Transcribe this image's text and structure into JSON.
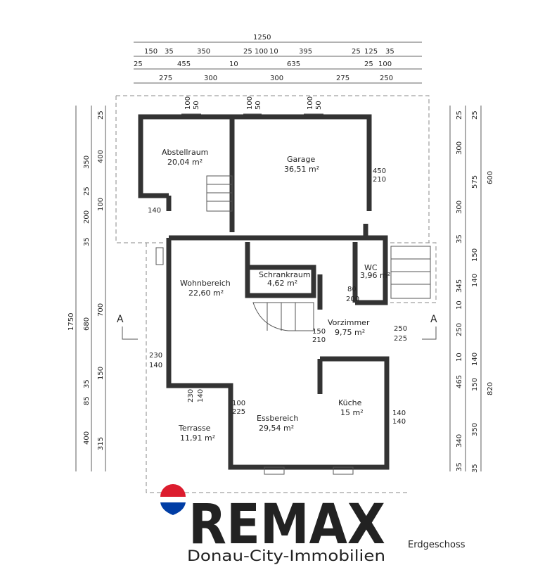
{
  "rooms": {
    "abstellraum": {
      "name": "Abstellraum",
      "area": "20,04 m²"
    },
    "garage": {
      "name": "Garage",
      "area": "36,51 m²"
    },
    "wohnbereich": {
      "name": "Wohnbereich",
      "area": "22,60 m²"
    },
    "schrankraum": {
      "name": "Schrankraum",
      "area": "4,62 m²"
    },
    "wc": {
      "name": "WC",
      "area": "3,96 m²"
    },
    "vorzimmer": {
      "name": "Vorzimmer",
      "area": "9,75 m²"
    },
    "kueche": {
      "name": "Küche",
      "area": "15 m²"
    },
    "essbereich": {
      "name": "Essbereich",
      "area": "29,54 m²"
    },
    "terrasse": {
      "name": "Terrasse",
      "area": "11,91 m²"
    }
  },
  "dimensions": {
    "top_total": "1250",
    "top_row1": [
      "150",
      "35",
      "350",
      "25",
      "100",
      "10",
      "395",
      "25",
      "125",
      "35"
    ],
    "top_row2": [
      "25",
      "455",
      "10",
      "635",
      "25",
      "100"
    ],
    "top_row3": [
      "275",
      "300",
      "300",
      "275",
      "250"
    ],
    "left_total": "1750",
    "left_row1": [
      "350",
      "25",
      "200",
      "35",
      "680",
      "35",
      "85",
      "400"
    ],
    "left_row2": [
      "25",
      "400",
      "100",
      "700",
      "150",
      "315"
    ],
    "right_col1": [
      "25",
      "300",
      "300",
      "35",
      "345",
      "10",
      "250",
      "10",
      "465",
      "340",
      "35"
    ],
    "right_col2": [
      "25",
      "575",
      "150",
      "140",
      "140",
      "150",
      "350",
      "35"
    ],
    "right_total": [
      "600",
      "820"
    ],
    "inner": [
      "100",
      "50",
      "100",
      "50",
      "100",
      "50",
      "450",
      "210",
      "140",
      "80",
      "200",
      "150",
      "210",
      "250",
      "225",
      "230",
      "140",
      "230",
      "140",
      "100",
      "225",
      "140",
      "140"
    ]
  },
  "section_marker": "A",
  "floor_label": "Erdgeschoss",
  "logo": {
    "brand": "REMAX",
    "subtitle": "Donau-City-Immobilien",
    "colors": {
      "red": "#dc1c2e",
      "blue": "#003da5",
      "text": "#1a1a1a"
    }
  }
}
